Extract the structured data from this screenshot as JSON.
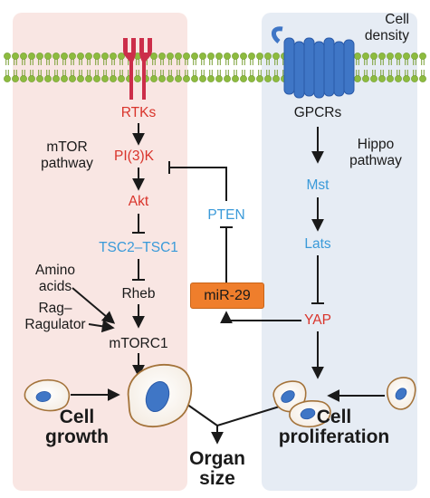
{
  "left_panel": {
    "pathway_label_line1": "mTOR",
    "pathway_label_line2": "pathway",
    "nodes": {
      "rtks": "RTKs",
      "pi3k": "PI(3)K",
      "akt": "Akt",
      "tsc": "TSC2–TSC1",
      "rheb": "Rheb",
      "mtorc1": "mTORC1"
    },
    "inputs": {
      "amino_line1": "Amino",
      "amino_line2": "acids",
      "rag_line1": "Rag–",
      "rag_line2": "Ragulator"
    },
    "outcome_line1": "Cell",
    "outcome_line2": "growth"
  },
  "middle": {
    "pten": "PTEN",
    "mir29": "miR-29",
    "organ_line1": "Organ",
    "organ_line2": "size"
  },
  "right_panel": {
    "density_line1": "Cell",
    "density_line2": "density",
    "pathway_label_line1": "Hippo",
    "pathway_label_line2": "pathway",
    "nodes": {
      "gpcrs": "GPCRs",
      "mst": "Mst",
      "lats": "Lats",
      "yap": "YAP"
    },
    "outcome_line1": "Cell",
    "outcome_line2": "proliferation"
  },
  "colors": {
    "red_text": "#d9342b",
    "blue_text": "#3a9ad9",
    "left_panel_bg": "#f9e6e3",
    "right_panel_bg": "#e6ecf4",
    "membrane_green": "#8dbb3f",
    "receptor_red": "#cc2e4a",
    "receptor_blue": "#3f76c6",
    "mir_box": "#ef7e2c",
    "cell_outline": "#a4733a",
    "nucleus": "#3f76c6"
  }
}
